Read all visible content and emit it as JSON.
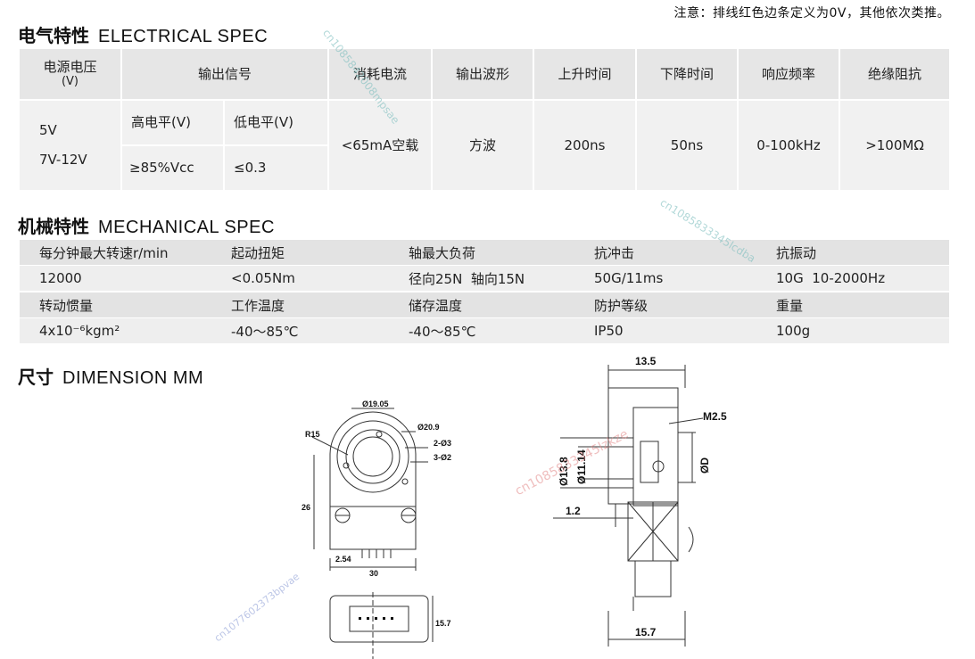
{
  "note": "注意：排线红色边条定义为0V，其他依次类推。",
  "electrical": {
    "title_cn": "电气特性",
    "title_en": "ELECTRICAL SPEC",
    "headers": {
      "supply_voltage": "电源电压",
      "supply_voltage_unit": "(V)",
      "output_signal": "输出信号",
      "current": "消耗电流",
      "waveform": "输出波形",
      "rise_time": "上升时间",
      "fall_time": "下降时间",
      "response_freq": "响应频率",
      "insulation": "绝缘阻抗"
    },
    "sub_headers": {
      "high_level": "高电平(V)",
      "low_level": "低电平(V)"
    },
    "values": {
      "voltage_1": "5V",
      "voltage_2": "7V-12V",
      "high_level": "≥85%Vcc",
      "low_level": "≤0.3",
      "current": "<65mA空载",
      "waveform": "方波",
      "rise_time": "200ns",
      "fall_time": "50ns",
      "response_freq": "0-100kHz",
      "insulation": ">100MΩ"
    }
  },
  "mechanical": {
    "title_cn": "机械特性",
    "title_en": "MECHANICAL SPEC",
    "rows": [
      [
        "每分钟最大转速r/min",
        "起动扭矩",
        "轴最大负荷",
        "抗冲击",
        "抗振动"
      ],
      [
        "12000",
        "<0.05Nm",
        "径向25N  轴向15N",
        "50G/11ms",
        "10G  10-2000Hz"
      ],
      [
        "转动惯量",
        "工作温度",
        "储存温度",
        "防护等级",
        "重量"
      ],
      [
        "4x10⁻⁶kgm²",
        "-40～85℃",
        "-40～85℃",
        "IP50",
        "100g"
      ]
    ]
  },
  "dimension": {
    "title_cn": "尺寸",
    "title_en": "DIMENSION MM",
    "front": {
      "d_outer": "Ø19.05",
      "d_bore": "Ø20.9",
      "holes_1": "2-Ø3",
      "holes_2": "3-Ø2",
      "radius": "R15",
      "height": "26",
      "pitch": "2.54",
      "width": "30",
      "bottom_height": "15.7"
    },
    "side": {
      "top_width": "13.5",
      "screw": "M2.5",
      "d13": "Ø13.8",
      "d11": "Ø11.14",
      "shaft": "ØD",
      "offset": "1.2",
      "bottom_width": "15.7"
    }
  },
  "watermarks": [
    "cn1085833345lcdba",
    "cn1085842008mpsae",
    "cn1085833345lzkze",
    "cn1077602373bpvae"
  ]
}
